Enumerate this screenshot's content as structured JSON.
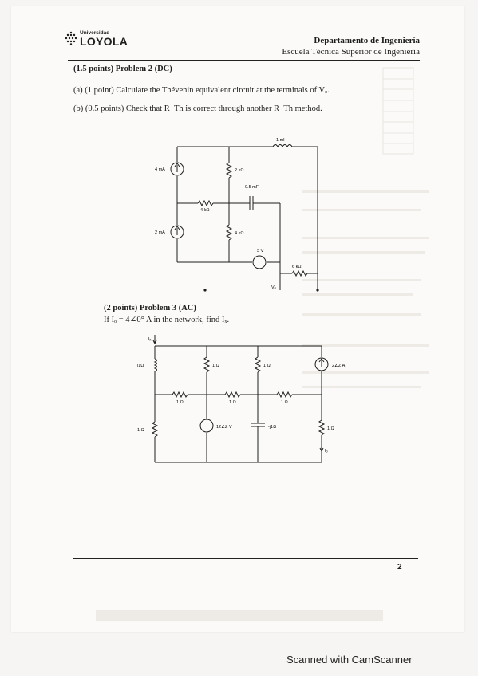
{
  "header": {
    "logo_small": "Universidad",
    "logo_main": "LOYOLA",
    "department": "Departamento de Ingeniería",
    "school": "Escuela Técnica Superior de Ingeniería"
  },
  "problem2": {
    "title": "(1.5 points) Problem 2 (DC)",
    "part_a": "(a) (1 point) Calculate the Thévenin equivalent circuit at the terminals of Vₒ.",
    "part_b": "(b) (0.5 points) Check that R_Th is correct through another R_Th method.",
    "circuit": {
      "source_4ma": "4 mA",
      "source_2ma": "2 mA",
      "r_2k": "2 kΩ",
      "r_4k_h": "4 kΩ",
      "r_4k_v": "4 kΩ",
      "r_6k": "6 kΩ",
      "inductor": "1 mH",
      "capacitor": "0.5 mF",
      "vsource": "3 V",
      "vo": "Vₒ"
    }
  },
  "problem3": {
    "title": "(2 points) Problem 3 (AC)",
    "statement": "If Iₒ = 4∠0° A in the network, find Iₓ.",
    "circuit": {
      "ix": "Iₓ",
      "io": "Iₒ",
      "j1": "j1Ω",
      "r1a": "1 Ω",
      "r1b": "1 Ω",
      "cur_src": "2∠Z A",
      "r1c": "1 Ω",
      "r1d": "1 Ω",
      "r1e": "1 Ω",
      "r1f": "1 Ω",
      "vsrc": "12∠Z V",
      "mj1": "-j1Ω",
      "r1g": "1 Ω"
    }
  },
  "footer": {
    "page_number": "2",
    "scanner": "Scanned with CamScanner"
  }
}
